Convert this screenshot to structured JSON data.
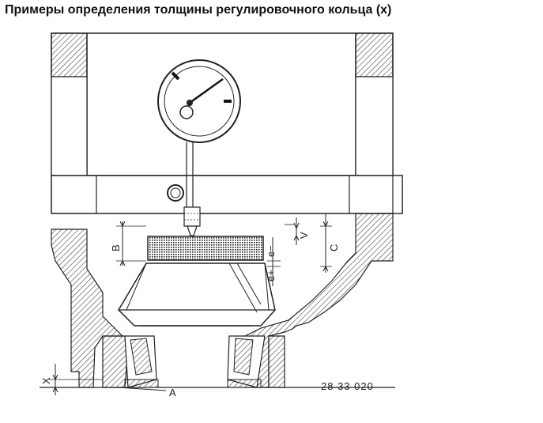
{
  "title": "Примеры определения толщины регулировочного кольца (x)",
  "labels": {
    "A": "A",
    "B": "B",
    "C": "C",
    "X": "X",
    "e_minus": "e−",
    "e_plus": "e+",
    "y": "V"
  },
  "figure_code": "28 33 020"
}
